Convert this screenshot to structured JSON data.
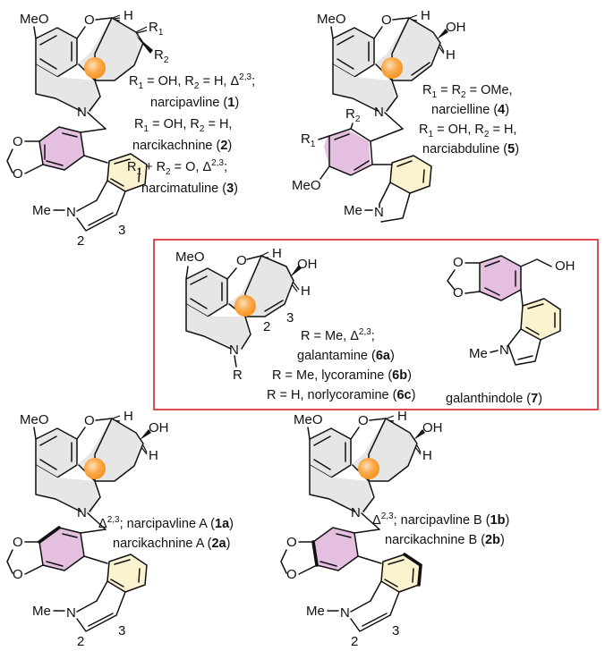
{
  "atoms": {
    "MeO": "MeO",
    "O": "O",
    "H": "H",
    "N": "N",
    "OH": "OH",
    "R1": "R",
    "R2": "R",
    "sub1": "1",
    "sub2": "2",
    "R": "R",
    "MeN": "Me",
    "locant2": "2",
    "locant3": "3"
  },
  "compounds": {
    "narcipavline": "narcipavline (1)",
    "narcikachnine": "narcikachnine (2)",
    "narcimatuline": "narcimatuline (3)",
    "narcielline": "narcielline (4)",
    "narciabduline": "narciabduline (5)",
    "galantamine": "galantamine (6a)",
    "lycoramine": "R = Me, lycoramine (6b)",
    "norlycoramine": "R = H, norlycoramine (6c)",
    "galanthindole": "galanthindole (7)",
    "narcipavline_A": "Δ2,3; narcipavline A (1a)",
    "narcikachnine_A": "narcikachnine A (2a)",
    "narcipavline_B": "Δ2,3; narcipavline B (1b)",
    "narcikachnine_B": "narcikachnine B (2b)"
  },
  "conditions": {
    "c1": "R1 = OH, R2 = H, Δ2,3;",
    "c2": "R1 = OH, R2 = H,",
    "c3": "R1 + R2 = O, Δ2,3;",
    "c4": "R1 = R2 = OMe,",
    "c5": "R1 = OH, R2 = H,",
    "c6": "R = Me, Δ2,3;"
  },
  "colors": {
    "highlight_box": "#d62027",
    "orange_center": "#f7931e",
    "ring_grey": "#e6e6e6",
    "ring_pink": "#e4bfe0",
    "ring_yellow": "#fbf3cf"
  }
}
